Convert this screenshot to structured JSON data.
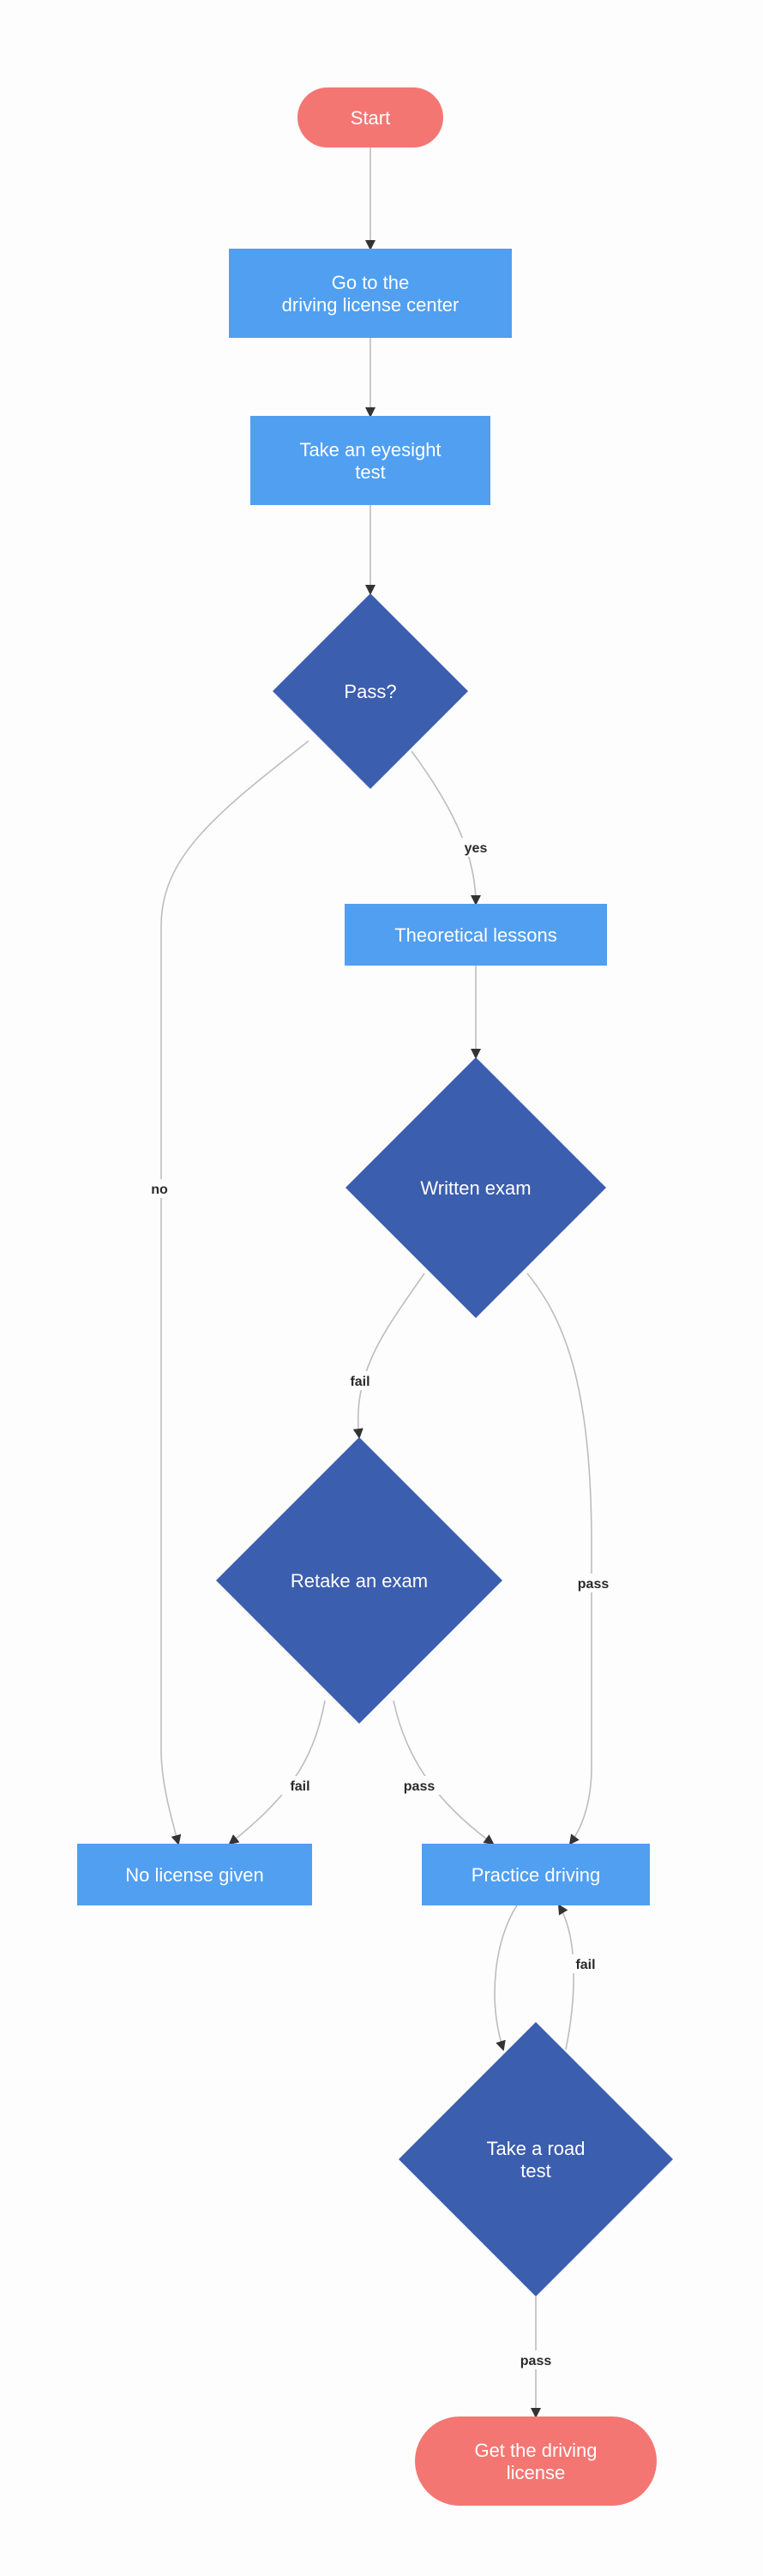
{
  "colors": {
    "terminal": "#f47672",
    "process": "#509ff1",
    "decision": "#3b5eae",
    "edge": "#bdbdbd",
    "arrowhead": "#333333",
    "background": "#fdfdfd"
  },
  "nodes": [
    {
      "id": "start",
      "type": "terminal",
      "lines": [
        "Start"
      ]
    },
    {
      "id": "go_center",
      "type": "process",
      "lines": [
        "Go to the",
        "driving license center"
      ]
    },
    {
      "id": "eyesight",
      "type": "process",
      "lines": [
        "Take an eyesight",
        "test"
      ]
    },
    {
      "id": "pass_q",
      "type": "decision",
      "lines": [
        "Pass?"
      ]
    },
    {
      "id": "theory",
      "type": "process",
      "lines": [
        "Theoretical lessons"
      ]
    },
    {
      "id": "written",
      "type": "decision",
      "lines": [
        "Written exam"
      ]
    },
    {
      "id": "retake",
      "type": "decision",
      "lines": [
        "Retake an exam"
      ]
    },
    {
      "id": "no_license",
      "type": "process",
      "lines": [
        "No license given"
      ]
    },
    {
      "id": "practice",
      "type": "process",
      "lines": [
        "Practice driving"
      ]
    },
    {
      "id": "road_test",
      "type": "decision",
      "lines": [
        "Take a road",
        "test"
      ]
    },
    {
      "id": "get_license",
      "type": "terminal",
      "lines": [
        "Get the driving",
        "license"
      ]
    }
  ],
  "edges": [
    {
      "id": "e_start_go",
      "from": "start",
      "to": "go_center",
      "label": ""
    },
    {
      "id": "e_go_eye",
      "from": "go_center",
      "to": "eyesight",
      "label": ""
    },
    {
      "id": "e_eye_pass",
      "from": "eyesight",
      "to": "pass_q",
      "label": ""
    },
    {
      "id": "e_pass_yes",
      "from": "pass_q",
      "to": "theory",
      "label": "yes"
    },
    {
      "id": "e_pass_no",
      "from": "pass_q",
      "to": "no_license",
      "label": "no"
    },
    {
      "id": "e_theory_written",
      "from": "theory",
      "to": "written",
      "label": ""
    },
    {
      "id": "e_written_fail",
      "from": "written",
      "to": "retake",
      "label": "fail"
    },
    {
      "id": "e_written_pass",
      "from": "written",
      "to": "practice",
      "label": "pass"
    },
    {
      "id": "e_retake_fail",
      "from": "retake",
      "to": "no_license",
      "label": "fail"
    },
    {
      "id": "e_retake_pass",
      "from": "retake",
      "to": "practice",
      "label": "pass"
    },
    {
      "id": "e_practice_road",
      "from": "practice",
      "to": "road_test",
      "label": ""
    },
    {
      "id": "e_road_fail",
      "from": "road_test",
      "to": "practice",
      "label": "fail"
    },
    {
      "id": "e_road_pass",
      "from": "road_test",
      "to": "get_license",
      "label": "pass"
    }
  ]
}
